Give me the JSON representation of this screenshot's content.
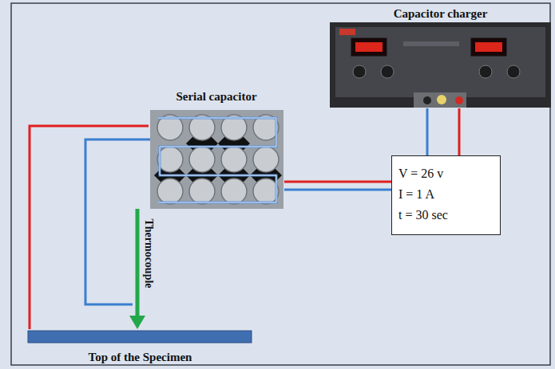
{
  "diagram": {
    "nodes": [
      {
        "text": [
          "Capacitor charger"
        ]
      },
      {
        "text": [
          "Serial capacitor"
        ]
      },
      {
        "text": [
          "V = 26 v",
          "I = 1 A",
          "t = 30 sec"
        ]
      },
      {
        "text": [
          "Top of the Specimen"
        ]
      }
    ],
    "edges": [
      {
        "from": 0,
        "to": 2,
        "arrow": "none"
      },
      {
        "from": 0,
        "to": 2,
        "arrow": "none"
      },
      {
        "from": 2,
        "to": 1,
        "arrow": "none"
      },
      {
        "from": 2,
        "to": 1,
        "arrow": "none"
      },
      {
        "from": 1,
        "to": 3,
        "arrow": "none"
      }
    ],
    "labels": [
      "Thermocouple"
    ]
  }
}
